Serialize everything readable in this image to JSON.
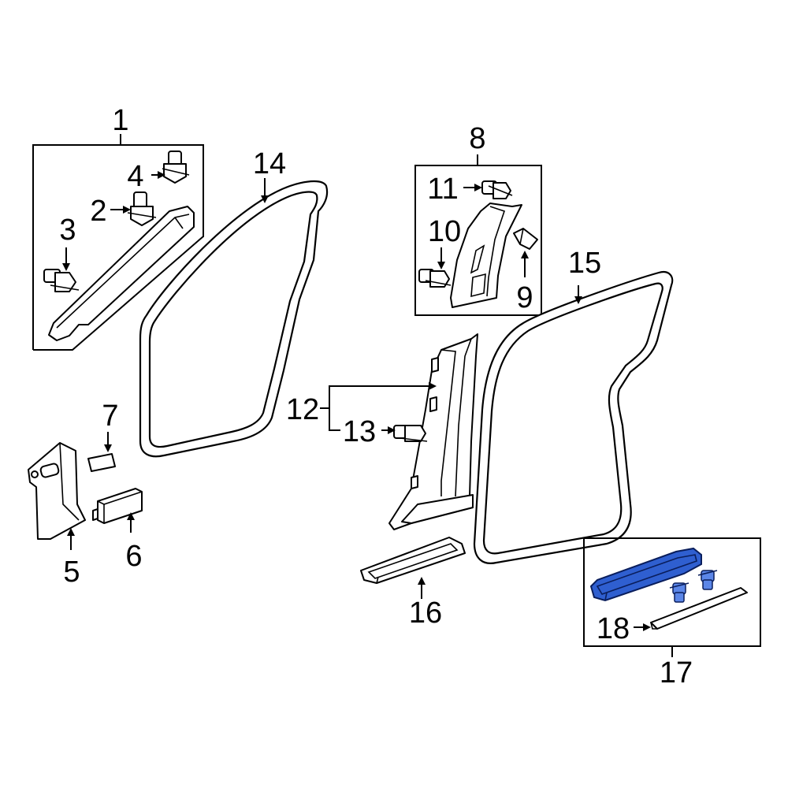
{
  "callouts": {
    "c1": "1",
    "c2": "2",
    "c3": "3",
    "c4": "4",
    "c5": "5",
    "c6": "6",
    "c7": "7",
    "c8": "8",
    "c9": "9",
    "c10": "10",
    "c11": "11",
    "c12": "12",
    "c13": "13",
    "c14": "14",
    "c15": "15",
    "c16": "16",
    "c17": "17",
    "c18": "18"
  },
  "highlight_color": "#2f5fd0",
  "highlighted_part": "17"
}
